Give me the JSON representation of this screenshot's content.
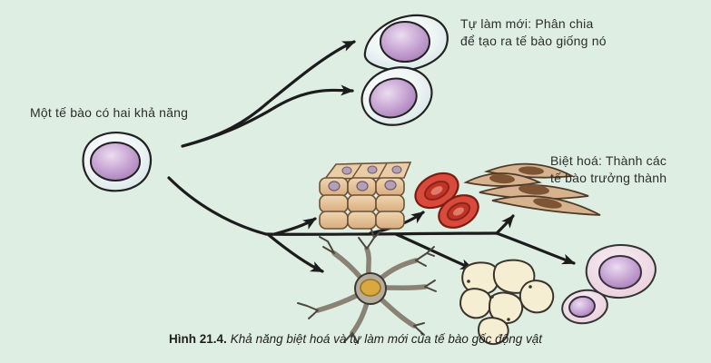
{
  "figure": {
    "labels": {
      "stem_cell": "Một tế bào có hai khả năng",
      "self_renewal": {
        "line1": "Tự làm mới: Phân chia",
        "line2": "để tạo ra tế bào giống nó"
      },
      "differentiation": {
        "line1": "Biệt hoá: Thành các",
        "line2": "tế bào trưởng thành"
      }
    },
    "caption": {
      "number": "Hình 21.4.",
      "text": "Khả năng biệt hoá và tự làm mới của tế bào gốc động vật"
    },
    "colors": {
      "background": "#deeee3",
      "arrow": "#1c1c1c",
      "text": "#2d2d2d",
      "cell_cytoplasm": "#e7f0f0",
      "nucleus_purple": "#ab80bc",
      "epithelium_tan": "#e9cda6",
      "epithelium_nucleus": "#b3a0b5",
      "rbc_red": "#d84a3c",
      "muscle_tan": "#d6b28e",
      "muscle_nucleus_brown": "#7d5434",
      "neuron_grey": "#b0a799",
      "neuron_nucleus_gold": "#d9a940",
      "fat_cream": "#f5eed2",
      "pink_cell": "#ecd7e0"
    },
    "illustrations": [
      "stem-cell-icon",
      "daughter-cell-1-icon",
      "daughter-cell-2-icon",
      "epithelial-tissue-icon",
      "red-blood-cells-icon",
      "smooth-muscle-cells-icon",
      "neuron-icon",
      "fat-cells-icon",
      "mature-pink-cells-icon"
    ]
  }
}
